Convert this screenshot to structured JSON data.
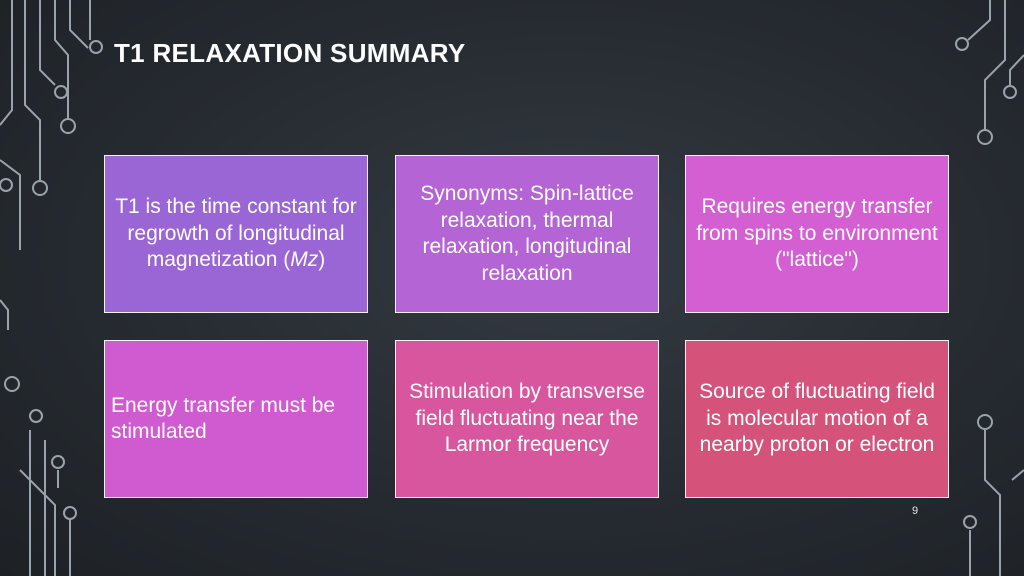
{
  "slide": {
    "title": "T1 RELAXATION SUMMARY",
    "page_number": "9"
  },
  "cards": [
    {
      "pre": "T1 is the time constant for regrowth of longitudinal magnetization (",
      "em": "Mz",
      "post": ")"
    },
    {
      "text": "Synonyms: Spin-lattice relaxation, thermal relaxation, longitudinal relaxation"
    },
    {
      "text": "Requires energy transfer from spins to environment (\"lattice\")"
    },
    {
      "text": "Energy transfer must be stimulated"
    },
    {
      "text": "Stimulation by transverse field fluctuating near the Larmor frequency"
    },
    {
      "text": "Source of fluctuating field is molecular motion of a nearby proton or electron"
    }
  ],
  "colors": {
    "card_1": "#9a66d6",
    "card_2": "#b464d4",
    "card_3": "#d35fd2",
    "card_4": "#d05ad0",
    "card_5": "#d8569e",
    "card_6": "#d5527a",
    "decoration": "#9aa3ab"
  }
}
